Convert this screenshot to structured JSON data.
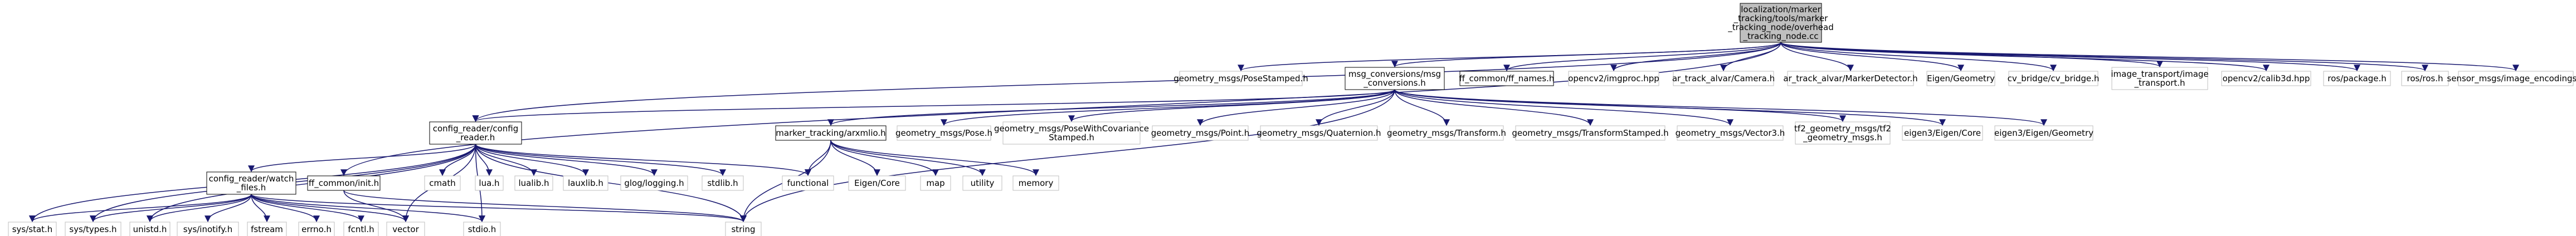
{
  "colors": {
    "edge": "#191970",
    "root_fill": "#bfbfbf",
    "node_fill": "#ffffff",
    "linked_border": "#000000",
    "unlinked_border": "#bfbfbf"
  },
  "nodes": [
    {
      "id": "root",
      "lines": [
        "localization/marker",
        "_tracking/tools/marker",
        "_tracking_node/overhead",
        "_tracking_node.cc"
      ],
      "style": "root"
    },
    {
      "id": "pose_stamped",
      "lines": [
        "geometry_msgs/PoseStamped.h"
      ],
      "style": "unlinked"
    },
    {
      "id": "msg_conversions",
      "lines": [
        "msg_conversions/msg",
        "_conversions.h"
      ],
      "style": "linked"
    },
    {
      "id": "ff_names",
      "lines": [
        "ff_common/ff_names.h"
      ],
      "style": "linked"
    },
    {
      "id": "imgproc",
      "lines": [
        "opencv2/imgproc.hpp"
      ],
      "style": "unlinked"
    },
    {
      "id": "alvar_camera",
      "lines": [
        "ar_track_alvar/Camera.h"
      ],
      "style": "unlinked"
    },
    {
      "id": "alvar_marker",
      "lines": [
        "ar_track_alvar/MarkerDetector.h"
      ],
      "style": "unlinked"
    },
    {
      "id": "eigen_geometry_top",
      "lines": [
        "Eigen/Geometry"
      ],
      "style": "unlinked"
    },
    {
      "id": "cv_bridge",
      "lines": [
        "cv_bridge/cv_bridge.h"
      ],
      "style": "unlinked"
    },
    {
      "id": "image_transport",
      "lines": [
        "image_transport/image",
        "_transport.h"
      ],
      "style": "unlinked"
    },
    {
      "id": "calib3d",
      "lines": [
        "opencv2/calib3d.hpp"
      ],
      "style": "unlinked"
    },
    {
      "id": "ros_package",
      "lines": [
        "ros/package.h"
      ],
      "style": "unlinked"
    },
    {
      "id": "ros",
      "lines": [
        "ros/ros.h"
      ],
      "style": "unlinked"
    },
    {
      "id": "image_encodings",
      "lines": [
        "sensor_msgs/image_encodings.h"
      ],
      "style": "unlinked"
    },
    {
      "id": "config_reader",
      "lines": [
        "config_reader/config",
        "_reader.h"
      ],
      "style": "linked"
    },
    {
      "id": "armlmio",
      "lines": [
        "marker_tracking/arxmlio.h"
      ],
      "style": "linked"
    },
    {
      "id": "gm_pose",
      "lines": [
        "geometry_msgs/Pose.h"
      ],
      "style": "unlinked"
    },
    {
      "id": "gm_pose_cov",
      "lines": [
        "geometry_msgs/PoseWithCovariance",
        "Stamped.h"
      ],
      "style": "unlinked"
    },
    {
      "id": "gm_point",
      "lines": [
        "geometry_msgs/Point.h"
      ],
      "style": "unlinked"
    },
    {
      "id": "gm_quat",
      "lines": [
        "geometry_msgs/Quaternion.h"
      ],
      "style": "unlinked"
    },
    {
      "id": "gm_transform",
      "lines": [
        "geometry_msgs/Transform.h"
      ],
      "style": "unlinked"
    },
    {
      "id": "gm_transform_stamped",
      "lines": [
        "geometry_msgs/TransformStamped.h"
      ],
      "style": "unlinked"
    },
    {
      "id": "gm_vector3",
      "lines": [
        "geometry_msgs/Vector3.h"
      ],
      "style": "unlinked"
    },
    {
      "id": "tf2_geometry",
      "lines": [
        "tf2_geometry_msgs/tf2",
        "_geometry_msgs.h"
      ],
      "style": "unlinked"
    },
    {
      "id": "eigen3_core",
      "lines": [
        "eigen3/Eigen/Core"
      ],
      "style": "unlinked"
    },
    {
      "id": "eigen3_geometry",
      "lines": [
        "eigen3/Eigen/Geometry"
      ],
      "style": "unlinked"
    },
    {
      "id": "watch_files",
      "lines": [
        "config_reader/watch",
        "_files.h"
      ],
      "style": "linked"
    },
    {
      "id": "ff_init",
      "lines": [
        "ff_common/init.h"
      ],
      "style": "linked"
    },
    {
      "id": "cmath",
      "lines": [
        "cmath"
      ],
      "style": "unlinked"
    },
    {
      "id": "lua",
      "lines": [
        "lua.h"
      ],
      "style": "unlinked"
    },
    {
      "id": "lualib",
      "lines": [
        "lualib.h"
      ],
      "style": "unlinked"
    },
    {
      "id": "lauxlib",
      "lines": [
        "lauxlib.h"
      ],
      "style": "unlinked"
    },
    {
      "id": "glog",
      "lines": [
        "glog/logging.h"
      ],
      "style": "unlinked"
    },
    {
      "id": "stdlib",
      "lines": [
        "stdlib.h"
      ],
      "style": "unlinked"
    },
    {
      "id": "functional",
      "lines": [
        "functional"
      ],
      "style": "unlinked"
    },
    {
      "id": "eigen_core",
      "lines": [
        "Eigen/Core"
      ],
      "style": "unlinked"
    },
    {
      "id": "map",
      "lines": [
        "map"
      ],
      "style": "unlinked"
    },
    {
      "id": "utility",
      "lines": [
        "utility"
      ],
      "style": "unlinked"
    },
    {
      "id": "memory",
      "lines": [
        "memory"
      ],
      "style": "unlinked"
    },
    {
      "id": "sys_stat",
      "lines": [
        "sys/stat.h"
      ],
      "style": "unlinked"
    },
    {
      "id": "sys_types",
      "lines": [
        "sys/types.h"
      ],
      "style": "unlinked"
    },
    {
      "id": "unistd",
      "lines": [
        "unistd.h"
      ],
      "style": "unlinked"
    },
    {
      "id": "sys_inotify",
      "lines": [
        "sys/inotify.h"
      ],
      "style": "unlinked"
    },
    {
      "id": "fstream",
      "lines": [
        "fstream"
      ],
      "style": "unlinked"
    },
    {
      "id": "errno",
      "lines": [
        "errno.h"
      ],
      "style": "unlinked"
    },
    {
      "id": "fcntl",
      "lines": [
        "fcntl.h"
      ],
      "style": "unlinked"
    },
    {
      "id": "vector",
      "lines": [
        "vector"
      ],
      "style": "unlinked"
    },
    {
      "id": "stdio",
      "lines": [
        "stdio.h"
      ],
      "style": "unlinked"
    },
    {
      "id": "string",
      "lines": [
        "string"
      ],
      "style": "unlinked"
    }
  ],
  "edges": [
    [
      "root",
      "pose_stamped"
    ],
    [
      "root",
      "msg_conversions"
    ],
    [
      "root",
      "ff_names"
    ],
    [
      "root",
      "imgproc"
    ],
    [
      "root",
      "alvar_camera"
    ],
    [
      "root",
      "alvar_marker"
    ],
    [
      "root",
      "eigen_geometry_top"
    ],
    [
      "root",
      "cv_bridge"
    ],
    [
      "root",
      "image_transport"
    ],
    [
      "root",
      "calib3d"
    ],
    [
      "root",
      "ros_package"
    ],
    [
      "root",
      "ros"
    ],
    [
      "root",
      "image_encodings"
    ],
    [
      "root",
      "config_reader"
    ],
    [
      "root",
      "ff_init"
    ],
    [
      "msg_conversions",
      "config_reader"
    ],
    [
      "msg_conversions",
      "armlmio"
    ],
    [
      "msg_conversions",
      "gm_pose"
    ],
    [
      "msg_conversions",
      "gm_pose_cov"
    ],
    [
      "msg_conversions",
      "gm_point"
    ],
    [
      "msg_conversions",
      "gm_quat"
    ],
    [
      "msg_conversions",
      "gm_transform"
    ],
    [
      "msg_conversions",
      "gm_transform_stamped"
    ],
    [
      "msg_conversions",
      "gm_vector3"
    ],
    [
      "msg_conversions",
      "tf2_geometry"
    ],
    [
      "msg_conversions",
      "eigen3_core"
    ],
    [
      "msg_conversions",
      "eigen3_geometry"
    ],
    [
      "msg_conversions",
      "string"
    ],
    [
      "config_reader",
      "watch_files"
    ],
    [
      "config_reader",
      "cmath"
    ],
    [
      "config_reader",
      "lua"
    ],
    [
      "config_reader",
      "lualib"
    ],
    [
      "config_reader",
      "lauxlib"
    ],
    [
      "config_reader",
      "glog"
    ],
    [
      "config_reader",
      "stdlib"
    ],
    [
      "config_reader",
      "functional"
    ],
    [
      "config_reader",
      "string"
    ],
    [
      "config_reader",
      "vector"
    ],
    [
      "config_reader",
      "sys_stat"
    ],
    [
      "config_reader",
      "sys_types"
    ],
    [
      "config_reader",
      "unistd"
    ],
    [
      "config_reader",
      "stdio"
    ],
    [
      "armlmio",
      "functional"
    ],
    [
      "armlmio",
      "eigen_core"
    ],
    [
      "armlmio",
      "map"
    ],
    [
      "armlmio",
      "utility"
    ],
    [
      "armlmio",
      "memory"
    ],
    [
      "armlmio",
      "string"
    ],
    [
      "watch_files",
      "sys_stat"
    ],
    [
      "watch_files",
      "sys_types"
    ],
    [
      "watch_files",
      "unistd"
    ],
    [
      "watch_files",
      "sys_inotify"
    ],
    [
      "watch_files",
      "fstream"
    ],
    [
      "watch_files",
      "errno"
    ],
    [
      "watch_files",
      "fcntl"
    ],
    [
      "watch_files",
      "vector"
    ],
    [
      "watch_files",
      "stdio"
    ],
    [
      "watch_files",
      "string"
    ],
    [
      "ff_init",
      "vector"
    ],
    [
      "ff_init",
      "string"
    ]
  ]
}
